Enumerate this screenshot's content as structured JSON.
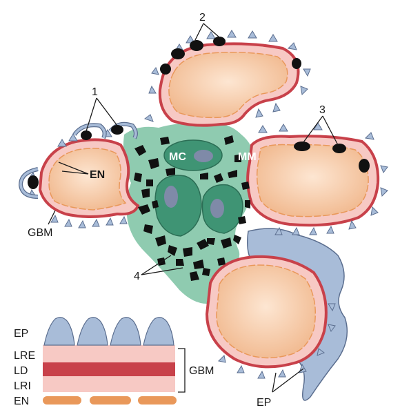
{
  "labels": {
    "pointer_1": "1",
    "pointer_2": "2",
    "pointer_3": "3",
    "pointer_4": "4",
    "mesangial_cell": "MC",
    "mesangial_matrix": "MM",
    "endothelium": "EN",
    "gbm": "GBM",
    "epithelium": "EP"
  },
  "legend": {
    "ep": "EP",
    "lre": "LRE",
    "ld": "LD",
    "lri": "LRI",
    "en": "EN",
    "gbm": "GBM"
  },
  "colors": {
    "gbm_outer": "#f7c9c4",
    "lamina_densa": "#c8414a",
    "capillary_lumen": "#f6c9a2",
    "endothelium": "#e9985a",
    "mesangium": "#8fcbb0",
    "mesangial_cell": "#3f9474",
    "nucleus": "#7f8aa8",
    "podocyte": "#a8bcd8",
    "deposit": "#111111"
  }
}
